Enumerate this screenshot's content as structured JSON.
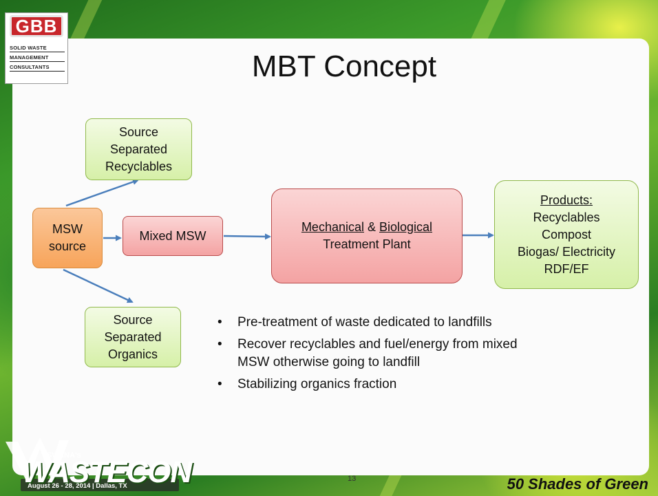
{
  "logo": {
    "abbr": "GBB",
    "line1": "SOLID WASTE",
    "line2": "MANAGEMENT",
    "line3": "CONSULTANTS"
  },
  "title": "MBT Concept",
  "diagram": {
    "source_recyclables": [
      "Source",
      "Separated",
      "Recyclables"
    ],
    "msw_source": [
      "MSW",
      "source"
    ],
    "mixed_msw": "Mixed MSW",
    "treatment": {
      "mechanical": "Mechanical",
      "amp": " & ",
      "biological": "Biological",
      "line2": "Treatment Plant"
    },
    "products": {
      "heading": "Products:",
      "items": [
        "Recyclables",
        "Compost",
        "Biogas/ Electricity",
        "RDF/EF"
      ]
    },
    "source_organics": [
      "Source",
      "Separated",
      "Organics"
    ]
  },
  "bullets": [
    "Pre-treatment of waste dedicated to landfills",
    "Recover recyclables and fuel/energy from mixed MSW otherwise going to landfill",
    "Stabilizing organics fraction"
  ],
  "footer": {
    "swanas": "SWANA's",
    "event": "WASTECON",
    "dates": "August 26 - 28, 2014 | Dallas, TX",
    "page": "13",
    "tagline": "50 Shades of Green"
  },
  "colors": {
    "arrow": "#4a7ebb",
    "green_box": "#d6f0a8",
    "orange_box": "#f7a45a",
    "red_box": "#f4a3a3"
  }
}
